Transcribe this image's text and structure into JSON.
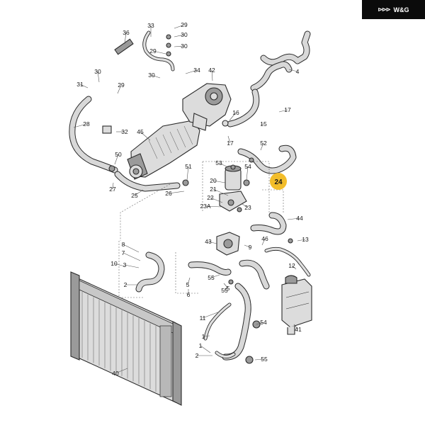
{
  "brand": {
    "logo_glyph": "⊳⊳⊳",
    "name": "W&G"
  },
  "highlight": {
    "label": "24",
    "color": "#f2bd2a"
  },
  "callouts": [
    "1",
    "1",
    "2",
    "2",
    "3",
    "4",
    "5",
    "5",
    "6",
    "7",
    "8",
    "9",
    "10",
    "11",
    "12",
    "13",
    "15",
    "16",
    "17",
    "17",
    "20",
    "21",
    "22",
    "23",
    "23A",
    "24",
    "25",
    "26",
    "27",
    "28",
    "29",
    "29",
    "29",
    "30",
    "30",
    "30",
    "30",
    "31",
    "32",
    "33",
    "34",
    "36",
    "40",
    "41",
    "42",
    "43",
    "44",
    "45",
    "46",
    "50",
    "51",
    "52",
    "53",
    "54",
    "54",
    "55",
    "55",
    "55"
  ]
}
